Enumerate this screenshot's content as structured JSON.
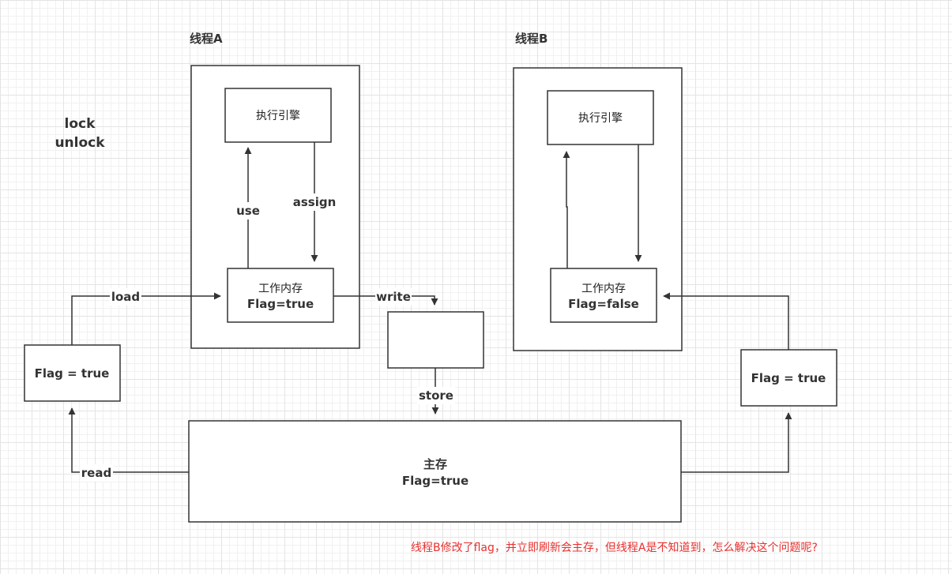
{
  "threads": {
    "a": {
      "title": "线程A",
      "engine": "执行引擎",
      "memory_title": "工作内存",
      "memory_value": "Flag=true"
    },
    "b": {
      "title": "线程B",
      "engine": "执行引擎",
      "memory_title": "工作内存",
      "memory_value": "Flag=false"
    }
  },
  "operations": {
    "lock": "lock",
    "unlock": "unlock",
    "use": "use",
    "assign": "assign",
    "load": "load",
    "write": "write",
    "store": "store",
    "read": "read"
  },
  "main_memory": {
    "title": "主存",
    "value": "Flag=true"
  },
  "left_flag": "Flag = true",
  "right_flag": "Flag = true",
  "note": {
    "text": "线程B修改了flag，并立即刷新会主存，但线程A是不知道到，怎么解决这个问题呢?",
    "color": "#e8312f"
  },
  "colors": {
    "stroke": "#333333",
    "background": "#ffffff",
    "grid": "#e4e4e4"
  }
}
